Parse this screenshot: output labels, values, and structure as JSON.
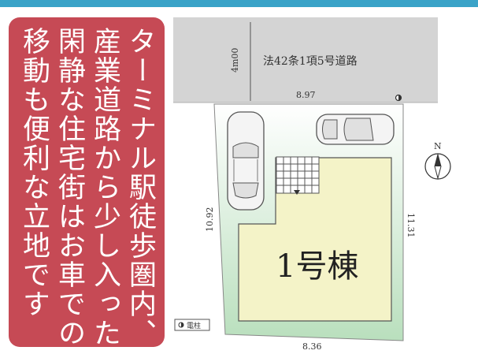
{
  "headline": {
    "col1": "ターミナル駅徒歩圏内、",
    "col2": "産業道路から少し入った",
    "col3": "閑静な住宅街はお車での",
    "col4": "移動も便利な立地です"
  },
  "site_plan": {
    "road_label": "法42条1項5号道路",
    "road_width": "4m00",
    "dim_top": "8.97",
    "dim_left": "10.92",
    "dim_right": "11.31",
    "dim_bottom": "8.36",
    "building_label": "1号棟",
    "legend_label": "電柱",
    "compass_label": "N"
  },
  "colors": {
    "panel": "#c64a55",
    "topbar": "#3aa3c8",
    "road": "#d4d4d4",
    "building": "#f4f3c8",
    "lot_edge": "#cfe8cf"
  }
}
